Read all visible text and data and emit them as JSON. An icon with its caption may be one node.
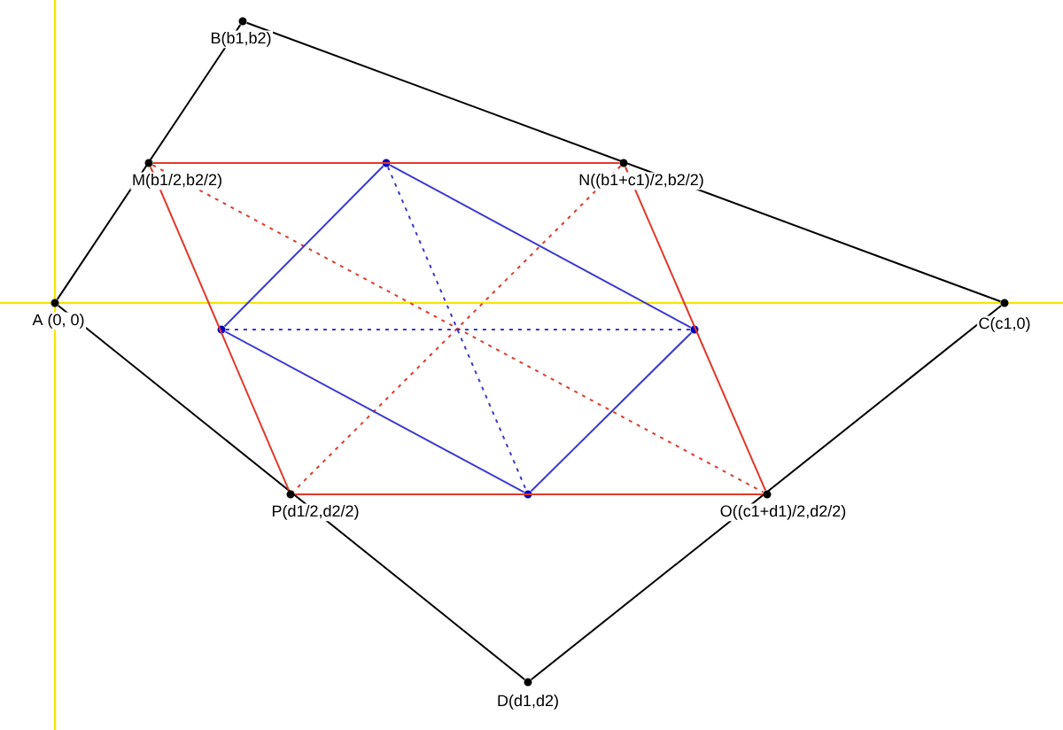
{
  "diagram": {
    "nodes": [
      {
        "text": [],
        "shape": "circle",
        "beside": [
          "B(b1,b2)"
        ]
      },
      {
        "text": [],
        "shape": "circle",
        "beside": [
          "M(b1/2,b2/2)"
        ]
      },
      {
        "text": [],
        "shape": "circle"
      },
      {
        "text": [],
        "shape": "circle",
        "beside": [
          "N((b1+c1)/2,b2/2)"
        ]
      },
      {
        "text": [],
        "shape": "circle",
        "beside": [
          "A (0, 0)"
        ]
      },
      {
        "text": [],
        "shape": "circle",
        "beside": [
          "C(c1,0)"
        ]
      },
      {
        "text": [],
        "shape": "circle"
      },
      {
        "text": [],
        "shape": "circle"
      },
      {
        "text": [],
        "shape": "circle",
        "beside": [
          "P(d1/2,d2/2)"
        ]
      },
      {
        "text": [],
        "shape": "circle"
      },
      {
        "text": [],
        "shape": "circle",
        "beside": [
          "O((c1+d1)/2,d2/2)"
        ]
      },
      {
        "text": [],
        "shape": "circle",
        "beside": [
          "D(d1,d2)"
        ]
      }
    ],
    "edges": [
      {
        "from": 4,
        "to": 0,
        "arrow": "none",
        "color": "#000000"
      },
      {
        "from": 0,
        "to": 5,
        "arrow": "none",
        "color": "#000000"
      },
      {
        "from": 5,
        "to": 11,
        "arrow": "none",
        "color": "#000000"
      },
      {
        "from": 11,
        "to": 4,
        "arrow": "none",
        "color": "#000000"
      },
      {
        "from": 1,
        "to": 3,
        "arrow": "none",
        "color": "#e0392b"
      },
      {
        "from": 3,
        "to": 10,
        "arrow": "none",
        "color": "#e0392b"
      },
      {
        "from": 10,
        "to": 8,
        "arrow": "none",
        "color": "#e0392b"
      },
      {
        "from": 8,
        "to": 1,
        "arrow": "none",
        "color": "#e0392b"
      },
      {
        "from": 1,
        "to": 10,
        "arrow": "none",
        "style": "dashed",
        "color": "#e0392b"
      },
      {
        "from": 3,
        "to": 8,
        "arrow": "none",
        "style": "dashed",
        "color": "#e0392b"
      },
      {
        "from": 2,
        "to": 7,
        "arrow": "none",
        "color": "#3a3ad0"
      },
      {
        "from": 7,
        "to": 9,
        "arrow": "none",
        "color": "#3a3ad0"
      },
      {
        "from": 9,
        "to": 6,
        "arrow": "none",
        "color": "#3a3ad0"
      },
      {
        "from": 6,
        "to": 2,
        "arrow": "none",
        "color": "#3a3ad0"
      },
      {
        "from": 2,
        "to": 9,
        "arrow": "none",
        "style": "dashed",
        "color": "#3a3ad0"
      },
      {
        "from": 6,
        "to": 7,
        "arrow": "none",
        "style": "dashed",
        "color": "#3a3ad0"
      }
    ]
  }
}
